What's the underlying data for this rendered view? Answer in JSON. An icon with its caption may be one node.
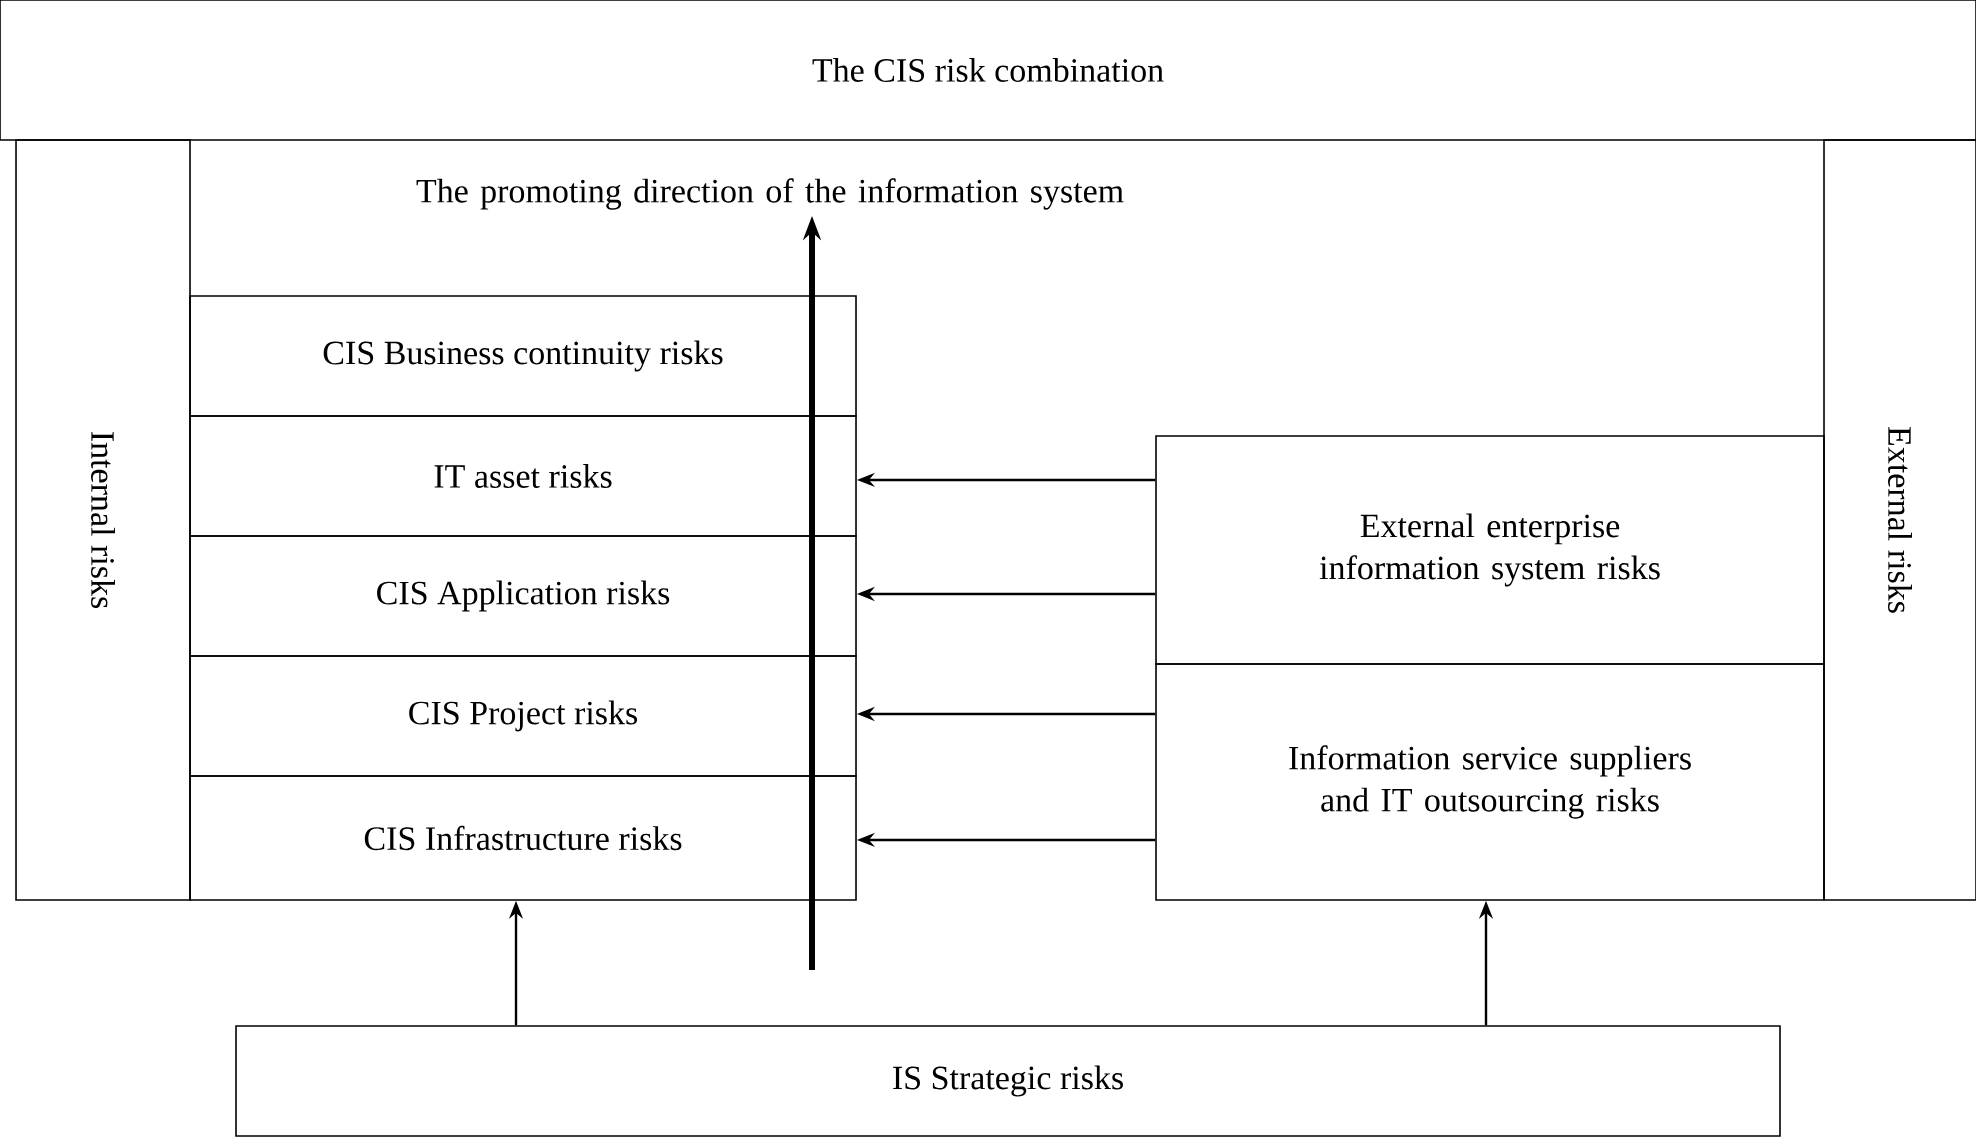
{
  "diagram": {
    "nodes": [
      {
        "text": [
          "The CIS risk combination"
        ]
      },
      {
        "text": [
          "Internal risks"
        ]
      },
      {
        "text": [
          "External risks"
        ]
      },
      {
        "text": [
          "CIS Business continuity risks"
        ]
      },
      {
        "text": [
          "IT asset risks"
        ]
      },
      {
        "text": [
          "CIS Application risks"
        ]
      },
      {
        "text": [
          "CIS Project risks"
        ]
      },
      {
        "text": [
          "CIS Infrastructure risks"
        ]
      },
      {
        "text": [
          "External enterprise information system risks"
        ]
      },
      {
        "text": [
          "Information service suppliers and IT outsourcing risks"
        ]
      },
      {
        "text": [
          "IS Strategic risks"
        ]
      }
    ],
    "edges": [
      {
        "from": 8,
        "to": 4,
        "arrow": "to"
      },
      {
        "from": 8,
        "to": 5,
        "arrow": "to"
      },
      {
        "from": 9,
        "to": 6,
        "arrow": "to"
      },
      {
        "from": 9,
        "to": 7,
        "arrow": "to"
      },
      {
        "from": 10,
        "to": 7,
        "arrow": "to"
      },
      {
        "from": 10,
        "to": 9,
        "arrow": "to"
      }
    ],
    "labels": [
      "The promoting direction of the information system"
    ]
  }
}
